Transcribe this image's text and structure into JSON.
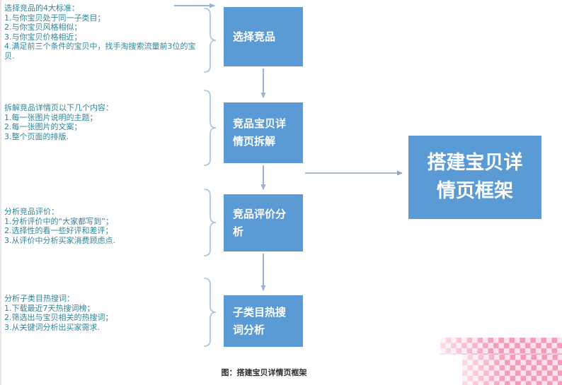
{
  "caption": "图：搭建宝贝详情页框架",
  "result": "搭建宝贝详情页框架",
  "steps": [
    "选择竞品",
    "竞品宝贝详情页拆解",
    "竞品评价分析",
    "子类目热搜词分析"
  ],
  "annotations": [
    {
      "title": "选择竞品的4大标准：",
      "lines": [
        "1.与你宝贝处于同一子类目；",
        "2.与你宝贝风格相似；",
        "3.与你宝贝价格相近；",
        "4.满足前三个条件的宝贝中，找手淘搜索流量前3位的宝贝."
      ]
    },
    {
      "title": "拆解竞品详情页以下几个内容：",
      "lines": [
        "1.每一张图片说明的主题；",
        "2.每一张图片的文案；",
        "3.整个页面的排版."
      ]
    },
    {
      "title": "分析竞品评价：",
      "lines": [
        "1.分析评价中的“大家都写到”；",
        "2.选择性的看一些好评和差评；",
        "3.从评价中分析买家消费顾虑点."
      ]
    },
    {
      "title": "分析子类目热搜词：",
      "lines": [
        "1.下载最近7天热搜词榜；",
        "2.筛选出与宝贝相关的热搜词；",
        "3.从关键词分析出买家需求."
      ]
    }
  ],
  "colors": {
    "box_fill": "#5b9bd5",
    "box_text": "#ffffff",
    "annotation_text": "#2e859c",
    "arrow": "#95b3d7",
    "brace": "#9dc3e6",
    "merge_arrow": "#8ba6c1",
    "watermark_pink": "#f49cb7"
  }
}
